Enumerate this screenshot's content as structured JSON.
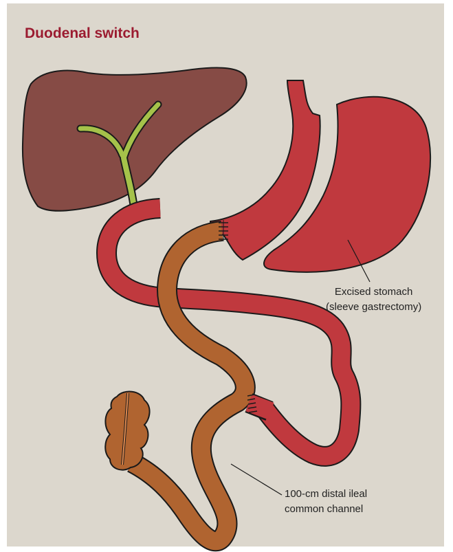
{
  "title": "Duodenal switch",
  "colors": {
    "background": "#dcd7cd",
    "title": "#9b1b30",
    "liver": "#864b45",
    "bile_duct": "#a5c24a",
    "stomach_and_small_bowel": "#c0393e",
    "ileum_common_channel": "#b06430",
    "outline": "#1a1a1a"
  },
  "labels": {
    "excised_stomach": [
      "Excised stomach",
      "(sleeve gastrectomy)"
    ],
    "common_channel": [
      "100-cm distal ileal",
      "common channel"
    ]
  }
}
